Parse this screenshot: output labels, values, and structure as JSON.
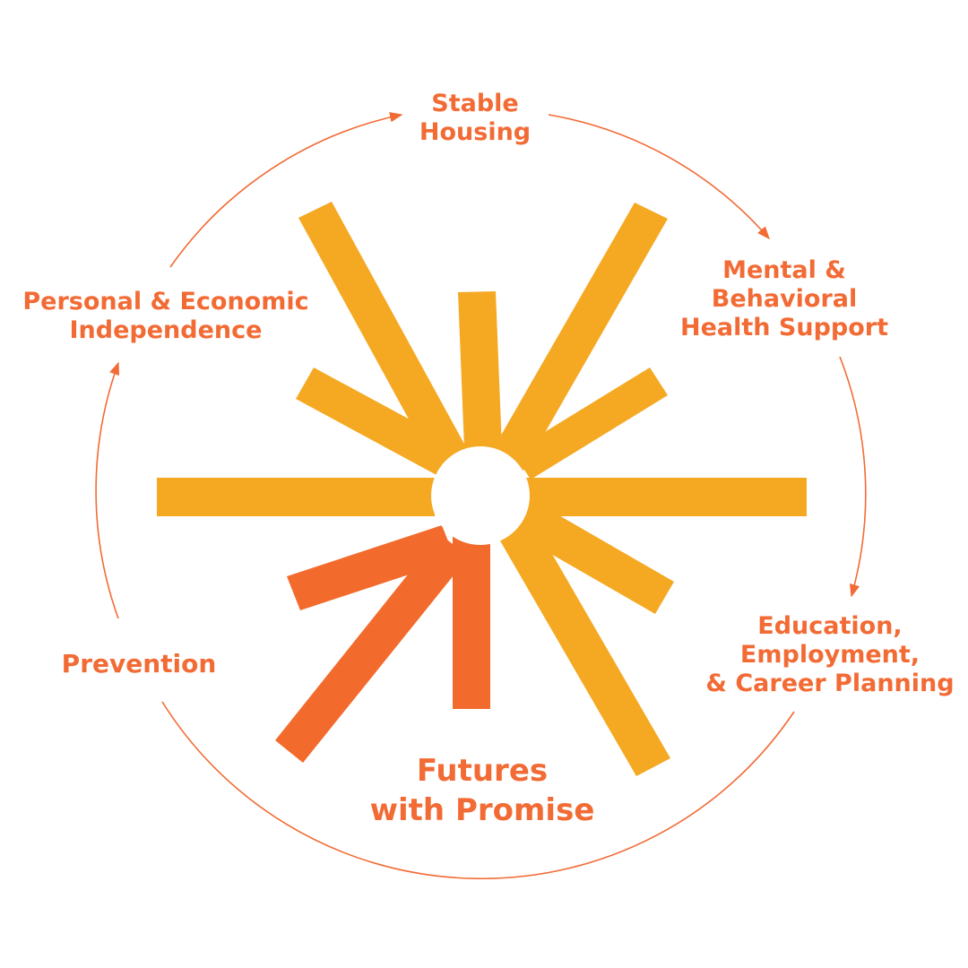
{
  "title": {
    "line1": "Futures",
    "line2": "with Promise"
  },
  "cycle_items": [
    {
      "lines": [
        "Stable",
        "Housing"
      ]
    },
    {
      "lines": [
        "Mental &",
        "Behavioral",
        "Health Support"
      ]
    },
    {
      "lines": [
        "Education,",
        "Employment,",
        "& Career Planning"
      ]
    },
    {
      "lines": [
        "Prevention"
      ]
    },
    {
      "lines": [
        "Personal & Economic",
        "Independence"
      ]
    }
  ],
  "colors": {
    "ray_yellow": "#f5a923",
    "ray_orange": "#f26b2d",
    "text_orange": "#f26b35",
    "cycle_line": "#f26b35"
  },
  "icons": [
    "starburst-icon",
    "cycle-arrow-icon"
  ]
}
